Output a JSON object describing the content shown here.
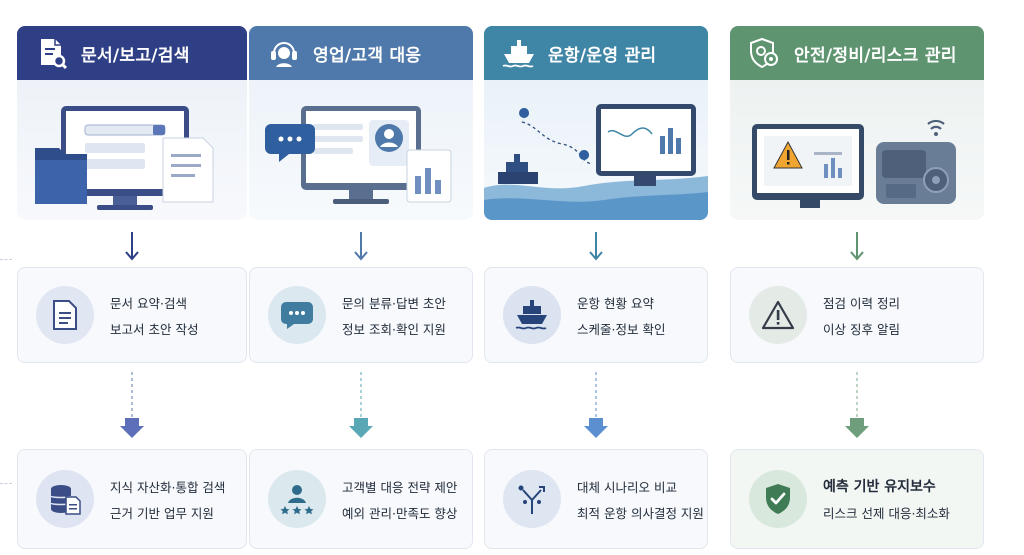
{
  "columns": [
    {
      "title": "문서/보고/검색",
      "color": "#2f3f86",
      "header_icon": "document-search-icon",
      "card1": {
        "icon": "document-icon",
        "lines": [
          "문서 요약·검색",
          "보고서 초안 작성"
        ]
      },
      "card2": {
        "icon": "database-document-icon",
        "lines": [
          "지식 자산화·통합 검색",
          "근거 기반 업무 지원"
        ]
      }
    },
    {
      "title": "영업/고객 대응",
      "color": "#4f79aa",
      "header_icon": "headset-agent-icon",
      "card1": {
        "icon": "chat-bubble-icon",
        "lines": [
          "문의 분류·답변 초안",
          "정보 조회·확인 지원"
        ]
      },
      "card2": {
        "icon": "customer-rating-icon",
        "lines": [
          "고객별 대응 전략 제안",
          "예외 관리·만족도 향상"
        ]
      }
    },
    {
      "title": "운항/운영 관리",
      "color": "#3f86a6",
      "header_icon": "ship-icon",
      "card1": {
        "icon": "ship-icon",
        "lines": [
          "운항 현황 요약",
          "스케줄·정보 확인"
        ]
      },
      "card2": {
        "icon": "branch-decision-icon",
        "lines": [
          "대체 시나리오 비교",
          "최적 운항 의사결정 지원"
        ]
      }
    },
    {
      "title": "안전/정비/리스크 관리",
      "color": "#5e9570",
      "header_icon": "shield-gears-icon",
      "card1": {
        "icon": "warning-triangle-icon",
        "lines": [
          "점검 이력 정리",
          "이상 징후 알림"
        ]
      },
      "card2": {
        "icon": "shield-check-icon",
        "lines": [
          "예측 기반 유지보수",
          "리스크 선제 대응·최소화"
        ]
      }
    }
  ]
}
